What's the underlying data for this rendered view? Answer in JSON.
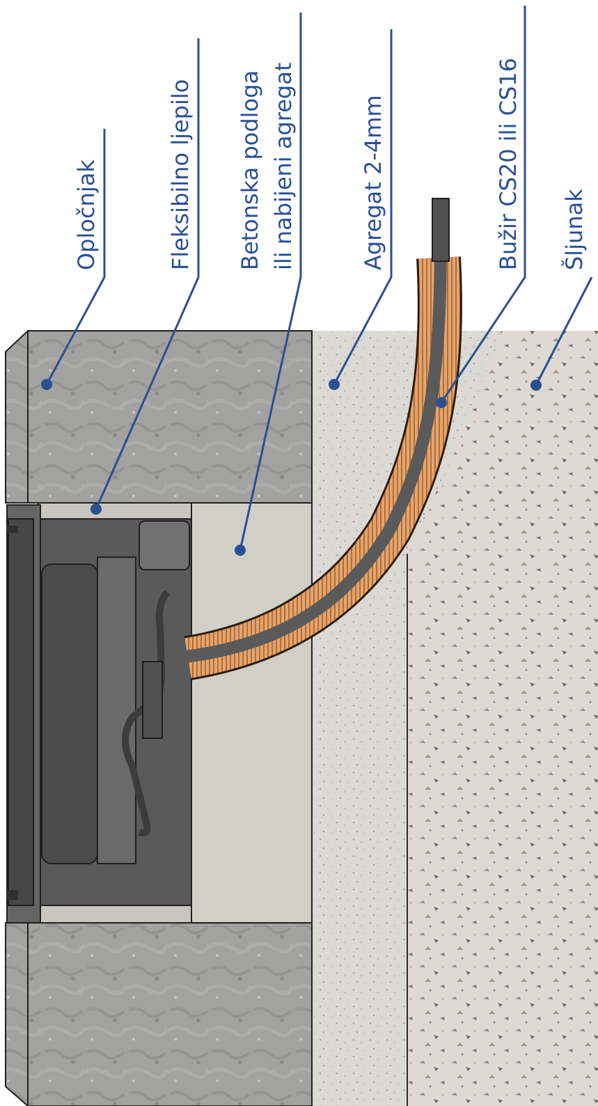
{
  "accent_color": "#2a4f93",
  "labels": {
    "oplocnjak": "Opločnjak",
    "ljepilo": "Fleksibilno ljepilo",
    "podloga_line1": "Betonska podloga",
    "podloga_line2": "ili nabijeni agregat",
    "agregat": "Agregat 2-4mm",
    "buzir": "Bužir CS20 ili CS16",
    "sljunak": "Šljunak"
  },
  "colors": {
    "paver": "#9a9a98",
    "concrete": "#cdcdc4",
    "aggregate": "#d9d7d1",
    "gravel": "#dcd8d0",
    "conduit": "#e0a26b",
    "conduit_rib": "#a86a3a",
    "cable": "#5b5b5b",
    "fixture_dark": "#4e4e4e",
    "fixture_mid": "#6a6a6a",
    "fixture_light": "#a3a19c"
  }
}
